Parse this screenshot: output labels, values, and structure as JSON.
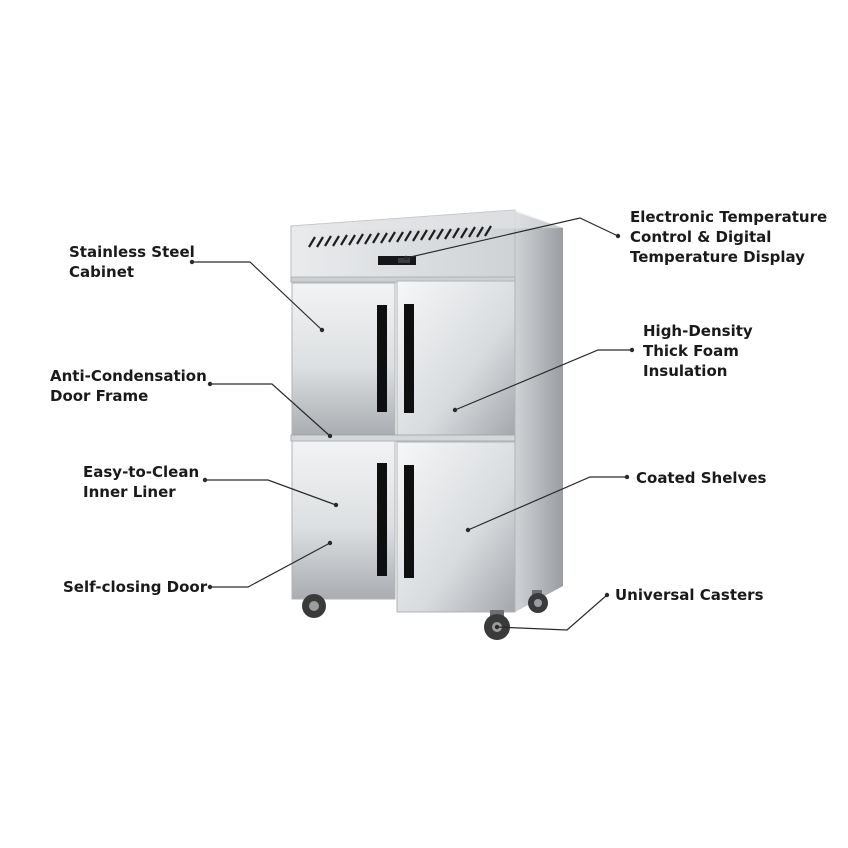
{
  "callouts": {
    "stainless_steel_cabinet": {
      "lines": [
        "Stainless Steel",
        "Cabinet"
      ]
    },
    "anti_condensation_frame": {
      "lines": [
        "Anti-Condensation",
        "Door Frame"
      ]
    },
    "easy_clean_liner": {
      "lines": [
        "Easy-to-Clean",
        "Inner Liner"
      ]
    },
    "self_closing_door": {
      "lines": [
        "Self-closing Door"
      ]
    },
    "temperature_control": {
      "lines": [
        "Electronic Temperature",
        "Control & Digital",
        "Temperature Display"
      ]
    },
    "foam_insulation": {
      "lines": [
        "High-Density",
        "Thick Foam",
        "Insulation"
      ]
    },
    "coated_shelves": {
      "lines": [
        "Coated Shelves"
      ]
    },
    "universal_casters": {
      "lines": [
        "Universal Casters"
      ]
    }
  },
  "colors": {
    "label_text": "#1a1a1a",
    "leader_line": "#2a2a2a",
    "steel_light": "#f1f2f3",
    "steel_mid": "#c6c9cc",
    "steel_dark": "#8b8f93",
    "handle": "#0d0d0d",
    "caster": "#3a3a3a"
  },
  "icons": {
    "vent_grille": "vent-grille-icon",
    "display_panel": "display-icon",
    "caster_wheel": "caster-wheel-icon"
  }
}
